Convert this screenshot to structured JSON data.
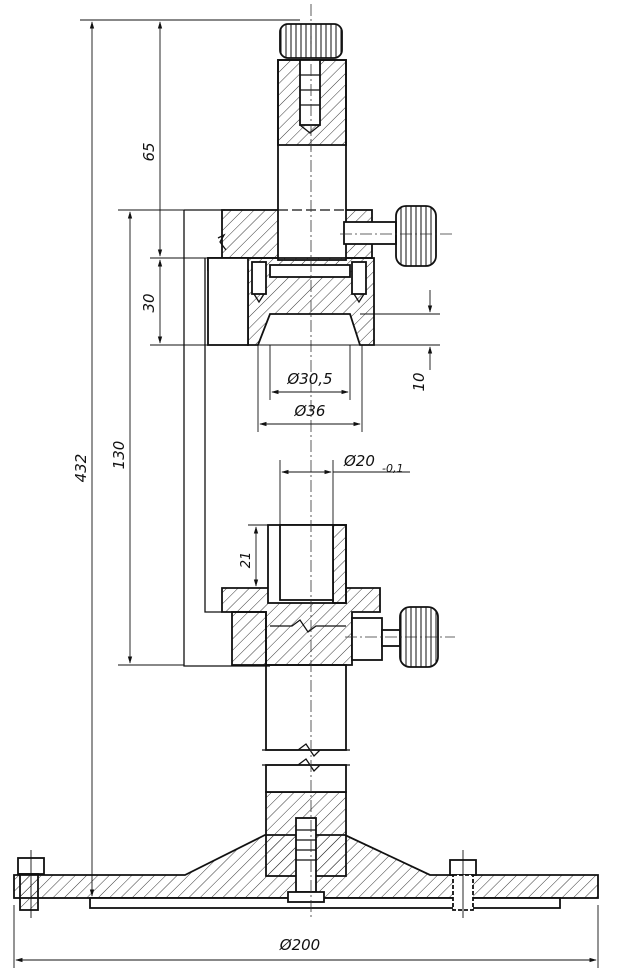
{
  "dimensions": {
    "d_432": "432",
    "d_65": "65",
    "d_130": "130",
    "d_30": "30",
    "d_10": "10",
    "d_21": "21",
    "dia_30_5": "Ø30,5",
    "dia_36": "Ø36",
    "dia_20": "Ø20",
    "dia_20_tol": "-0,1",
    "dia_200": "Ø200"
  }
}
